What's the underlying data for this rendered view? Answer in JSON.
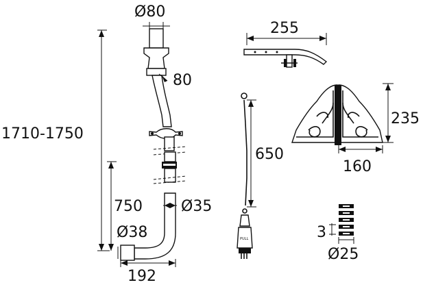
{
  "dimensions": {
    "pipe_top_diameter": "Ø80",
    "flange_height": "80",
    "overall_height": "1710-1750",
    "lower_height": "750",
    "pipe_diameter": "Ø35",
    "outlet_diameter": "Ø38",
    "outlet_offset": "192",
    "arm_length": "255",
    "chain_length": "650",
    "bracket_height": "235",
    "bracket_width": "160",
    "spacer_thickness": "3",
    "spacer_diameter": "Ø25"
  },
  "labels": {
    "pull_handle_text": "PULL"
  }
}
